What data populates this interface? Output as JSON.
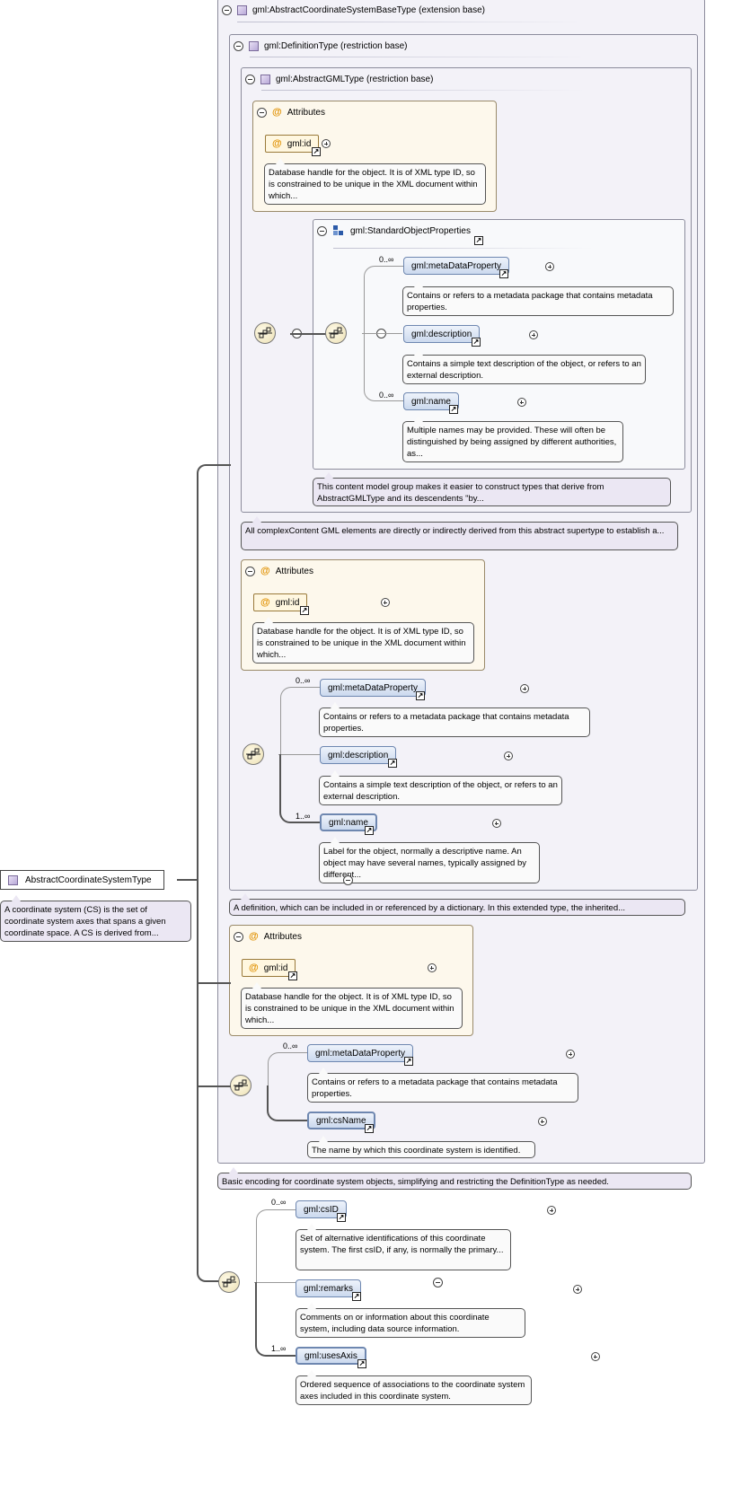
{
  "root": {
    "name": "AbstractCoordinateSystemType",
    "doc": "A coordinate system (CS) is the set of coordinate system axes that spans a given coordinate space. A CS is derived from..."
  },
  "ext1": {
    "title": "gml:AbstractCoordinateSystemBaseType (extension base)",
    "doc": "Basic encoding for coordinate system objects, simplifying and restricting the DefinitionType as needed."
  },
  "ext2": {
    "title": "gml:DefinitionType (restriction base)",
    "doc": "A definition, which can be included in or referenced by a dictionary. In this extended type, the inherited..."
  },
  "ext3": {
    "title": "gml:AbstractGMLType (restriction base)",
    "doc": "All complexContent GML elements are directly or indirectly derived from this abstract supertype to establish a..."
  },
  "attributes_label": "Attributes",
  "gml_id": {
    "name": "gml:id",
    "doc": "Database handle for the object. It is of XML type ID, so is constrained to be unique in the XML document within which..."
  },
  "standard_group": {
    "name": "gml:StandardObjectProperties",
    "doc": "This content model group makes it easier to construct types that derive from AbstractGMLType and its descendents \"by..."
  },
  "card": {
    "zero_many": "0..∞",
    "one_many": "1..∞"
  },
  "elements": {
    "metaDataProperty": {
      "name": "gml:metaDataProperty",
      "doc": "Contains or refers to a metadata package that contains metadata properties."
    },
    "description": {
      "name": "gml:description",
      "doc": "Contains a simple text description of the object, or refers to an external description."
    },
    "name_inner": {
      "name": "gml:name",
      "doc": "Multiple names may be provided. These will often be distinguished by being assigned by different authorities, as..."
    },
    "name_def": {
      "name": "gml:name",
      "doc": "Label for the object, normally a descriptive name. An object may have several names, typically assigned by different..."
    },
    "csName": {
      "name": "gml:csName",
      "doc": "The name by which this coordinate system is identified."
    },
    "csID": {
      "name": "gml:csID",
      "doc": "Set of alternative identifications of this coordinate system. The first csID, if any, is normally the primary..."
    },
    "remarks": {
      "name": "gml:remarks",
      "doc": "Comments on or information about this coordinate system, including data source information."
    },
    "usesAxis": {
      "name": "gml:usesAxis",
      "doc": "Ordered sequence of associations to the coordinate system axes included in this coordinate system."
    }
  },
  "colors": {
    "ext_bg": "#f3f2f8",
    "attr_bg": "#fdf8ec",
    "elem": "#cbd9ee",
    "doc_purple": "#ebe7f3"
  }
}
